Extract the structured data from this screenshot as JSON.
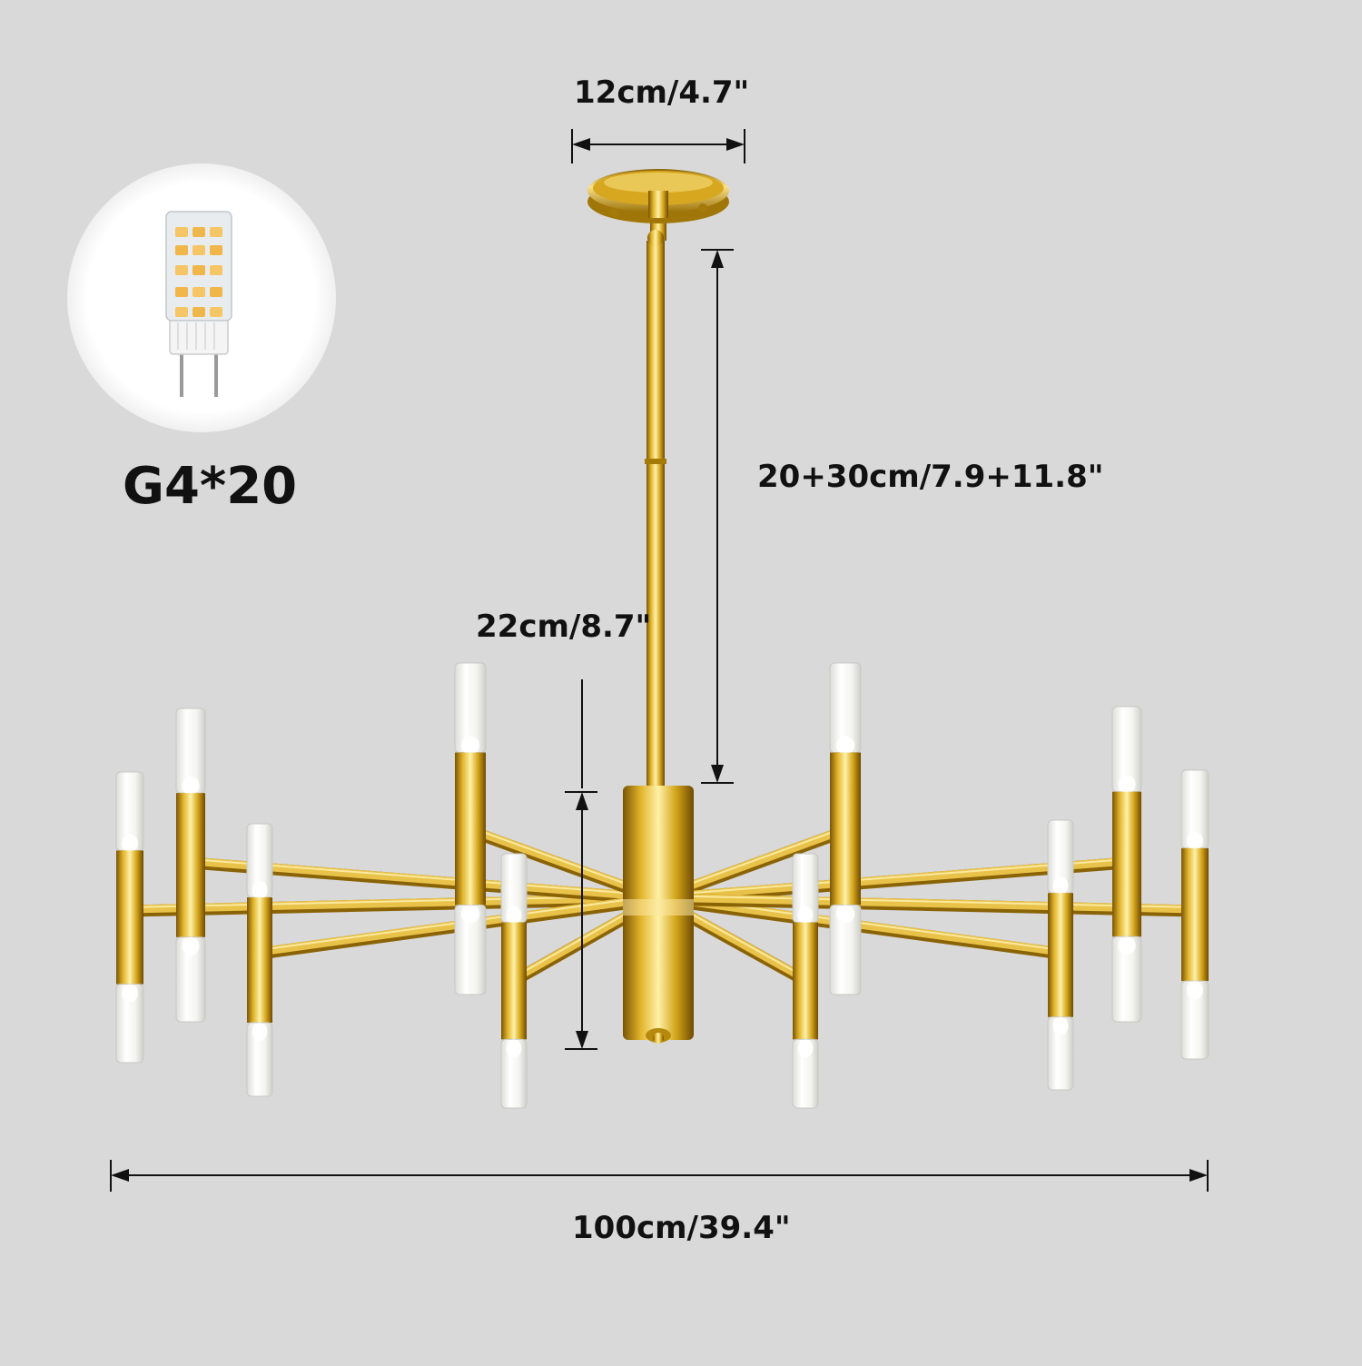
{
  "dimensions": {
    "canopy_width": "12cm/4.7\"",
    "rod_length": "20+30cm/7.9+11.8\"",
    "arm_height": "22cm/8.7\"",
    "overall_width": "100cm/39.4\""
  },
  "bulb": {
    "label": "G4*20",
    "icon": "g4-led-bulb-icon"
  },
  "colors": {
    "background": "#d9d9d9",
    "gold": "#d4a419",
    "gold_dark": "#8a6306",
    "gold_light": "#f7de7c",
    "glass": "#f5f5f2",
    "line": "#111111"
  }
}
